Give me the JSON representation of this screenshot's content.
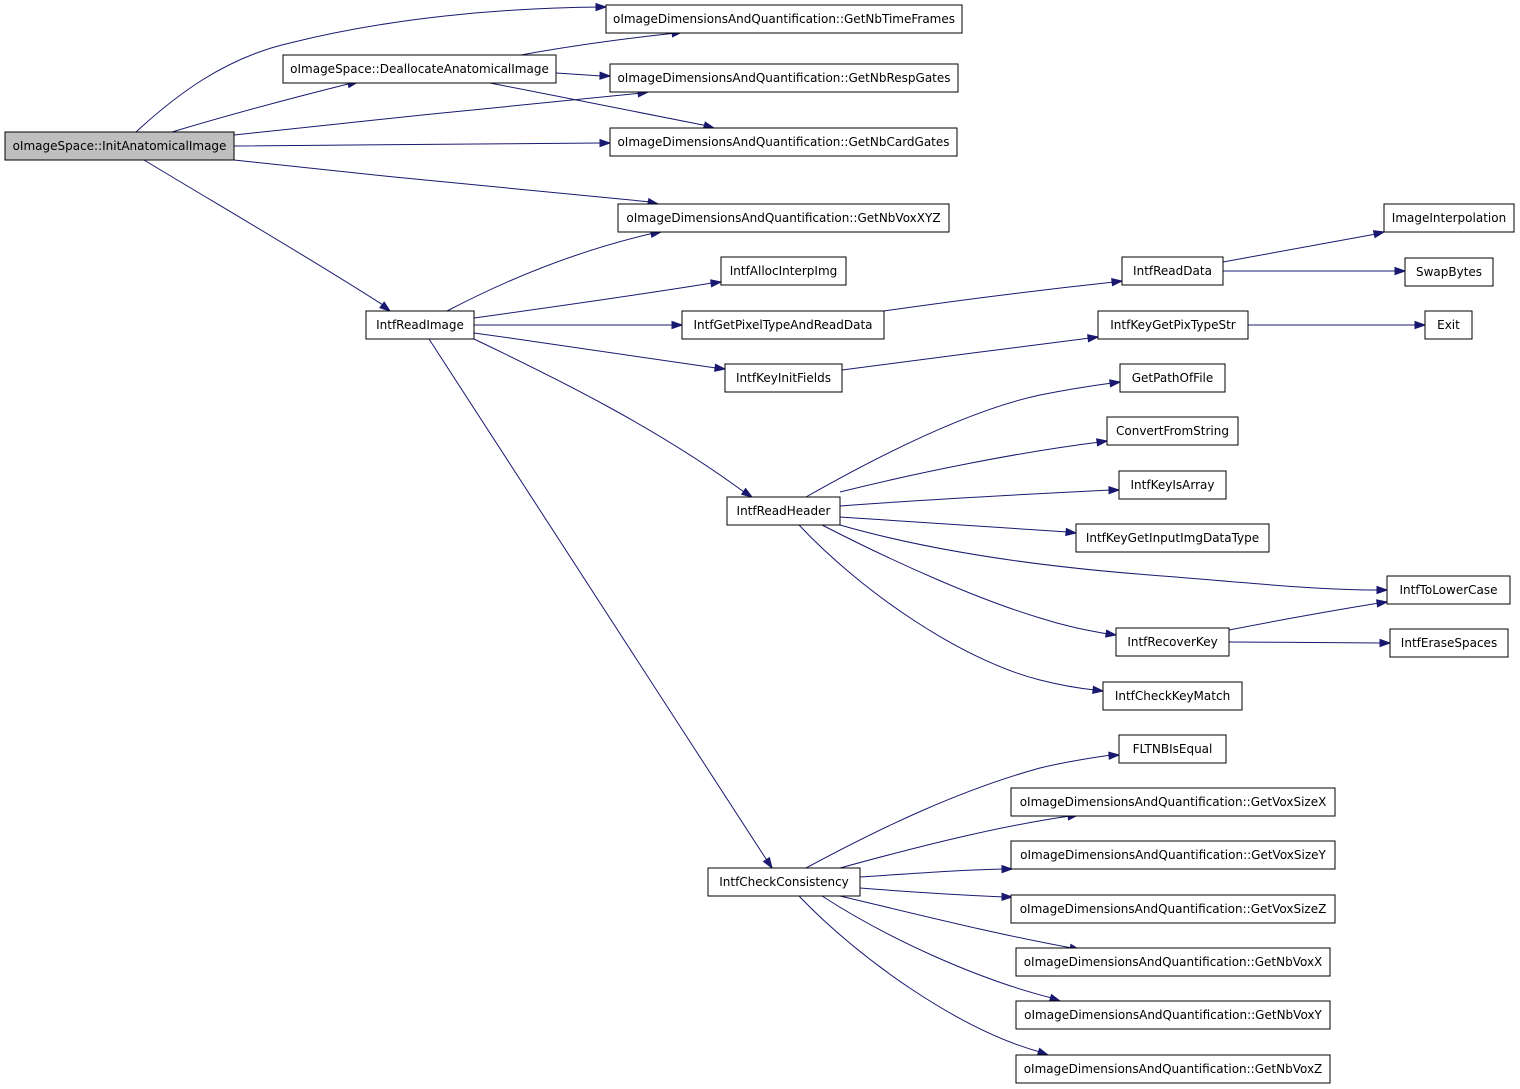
{
  "graph": {
    "colors": {
      "edge": "#191970",
      "root_fill": "#bfbfbf",
      "node_fill": "#ffffff",
      "node_border": "#000000"
    },
    "nodes": {
      "init_anatomical_image": "oImageSpace::InitAnatomicalImage",
      "deallocate_anatomical_image": "oImageSpace::DeallocateAnatomicalImage",
      "get_nb_time_frames": "oImageDimensionsAndQuantification::GetNbTimeFrames",
      "get_nb_resp_gates": "oImageDimensionsAndQuantification::GetNbRespGates",
      "get_nb_card_gates": "oImageDimensionsAndQuantification::GetNbCardGates",
      "get_nb_vox_xyz": "oImageDimensionsAndQuantification::GetNbVoxXYZ",
      "intf_read_image": "IntfReadImage",
      "intf_alloc_interp_img": "IntfAllocInterpImg",
      "intf_get_pixel_type_and_read_data": "IntfGetPixelTypeAndReadData",
      "intf_key_init_fields": "IntfKeyInitFields",
      "intf_read_data": "IntfReadData",
      "image_interpolation": "ImageInterpolation",
      "swap_bytes": "SwapBytes",
      "intf_key_get_pix_type_str": "IntfKeyGetPixTypeStr",
      "exit": "Exit",
      "get_path_of_file": "GetPathOfFile",
      "convert_from_string": "ConvertFromString",
      "intf_key_is_array": "IntfKeyIsArray",
      "intf_key_get_input_img_data_type": "IntfKeyGetInputImgDataType",
      "intf_read_header": "IntfReadHeader",
      "intf_to_lower_case": "IntfToLowerCase",
      "intf_recover_key": "IntfRecoverKey",
      "intf_erase_spaces": "IntfEraseSpaces",
      "intf_check_key_match": "IntfCheckKeyMatch",
      "fltnb_is_equal": "FLTNBIsEqual",
      "get_vox_size_x": "oImageDimensionsAndQuantification::GetVoxSizeX",
      "get_vox_size_y": "oImageDimensionsAndQuantification::GetVoxSizeY",
      "get_vox_size_z": "oImageDimensionsAndQuantification::GetVoxSizeZ",
      "intf_check_consistency": "IntfCheckConsistency",
      "get_nb_vox_x": "oImageDimensionsAndQuantification::GetNbVoxX",
      "get_nb_vox_y": "oImageDimensionsAndQuantification::GetNbVoxY",
      "get_nb_vox_z": "oImageDimensionsAndQuantification::GetNbVoxZ"
    }
  }
}
